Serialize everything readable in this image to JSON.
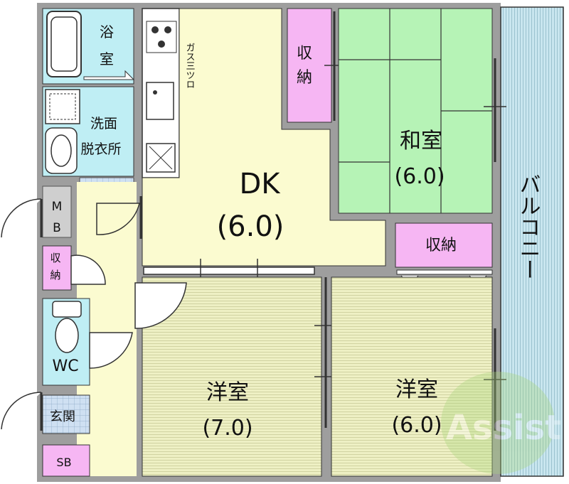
{
  "rooms": {
    "bath": {
      "line1": "浴",
      "line2": "室"
    },
    "washroom": {
      "line1": "洗面",
      "line2": "脱衣所"
    },
    "gas": {
      "label": "ガス三ツロ"
    },
    "dk": {
      "name": "DK",
      "size": "(6.0)"
    },
    "japanese": {
      "name": "和室",
      "size": "(6.0)"
    },
    "storage_top": {
      "line1": "収",
      "line2": "納"
    },
    "storage_mid": {
      "label": "収納"
    },
    "storage_small": {
      "line1": "収",
      "line2": "納"
    },
    "mb": {
      "line1": "M",
      "line2": "B"
    },
    "wc": {
      "label": "WC"
    },
    "entrance": {
      "label": "玄関"
    },
    "sb": {
      "label": "SB"
    },
    "western_left": {
      "name": "洋室",
      "size": "(7.0)"
    },
    "western_right": {
      "name": "洋室",
      "size": "(6.0)"
    },
    "balcony": {
      "label": "バルコニー"
    }
  },
  "watermark": {
    "text": "Assist"
  },
  "colors": {
    "wall": "#9e9e9e",
    "dk_floor": "#fbfbd0",
    "tatami": "#b6f3b6",
    "storage": "#f6b6f3",
    "water": "#bfeef4",
    "western_floor": "#eff1c6",
    "balcony": "#c9e5ee"
  }
}
